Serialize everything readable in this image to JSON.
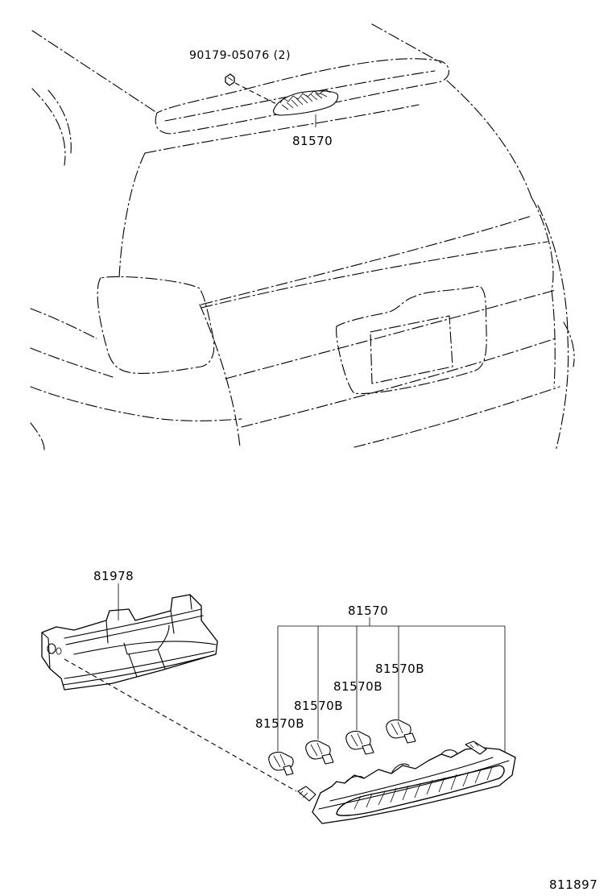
{
  "labels": {
    "bolt_top": "90179-05076 (2)",
    "lamp_top": "81570",
    "cover": "81978",
    "lamp_assy": "81570",
    "socket_1": "81570B",
    "socket_2": "81570B",
    "socket_3": "81570B",
    "socket_4": "81570B",
    "figure_id": "811897"
  }
}
